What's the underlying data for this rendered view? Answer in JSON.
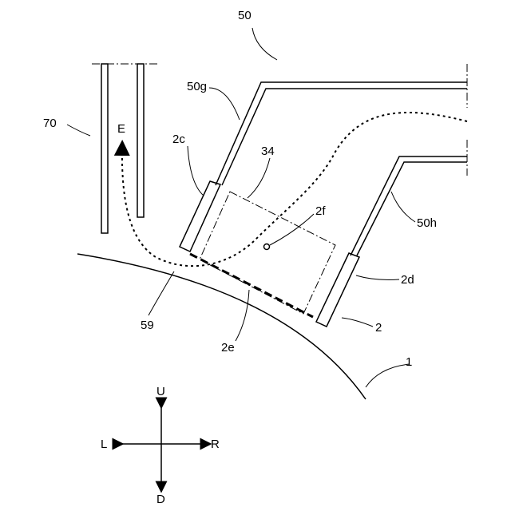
{
  "figure": {
    "labels": {
      "main_ref": "50",
      "upper_wall": "50g",
      "lower_wall": "50h",
      "pipe_ref": "70",
      "left_seal": "2c",
      "right_seal": "2d",
      "zone_ref": "34",
      "point_ref": "2f",
      "outlet_ref": "2e",
      "path_ref": "59",
      "member_ref": "2",
      "surface_ref": "1",
      "arrow_label": "E"
    },
    "compass": {
      "up": "U",
      "down": "D",
      "left": "L",
      "right": "R"
    }
  }
}
